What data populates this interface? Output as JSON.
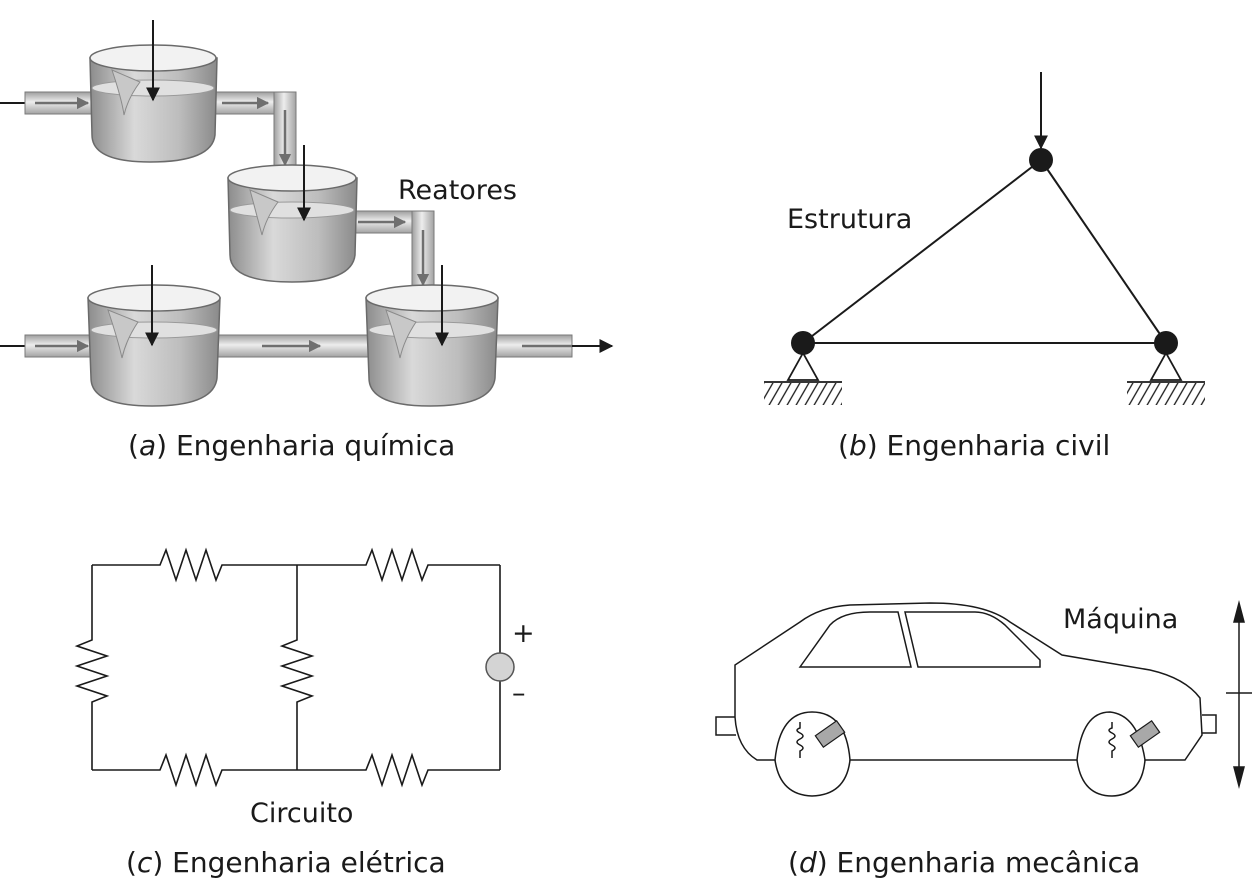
{
  "panel_a": {
    "label_reactors": "Reatores",
    "caption_letter": "a",
    "caption_text": "Engenharia química"
  },
  "panel_b": {
    "label_structure": "Estrutura",
    "caption_letter": "b",
    "caption_text": "Engenharia civil"
  },
  "panel_c": {
    "label_circuit": "Circuito",
    "plus_sign": "+",
    "minus_sign": "–",
    "caption_letter": "c",
    "caption_text": "Engenharia elétrica"
  },
  "panel_d": {
    "label_machine": "Máquina",
    "caption_letter": "d",
    "caption_text": "Engenharia mecânica"
  },
  "colors": {
    "line": "#1a1a1a",
    "pipe_light": "#e6e6e6",
    "pipe_dark": "#9a9a9a",
    "liquid": "#bdbdbd",
    "flow_arrow": "#8a8a8a"
  }
}
